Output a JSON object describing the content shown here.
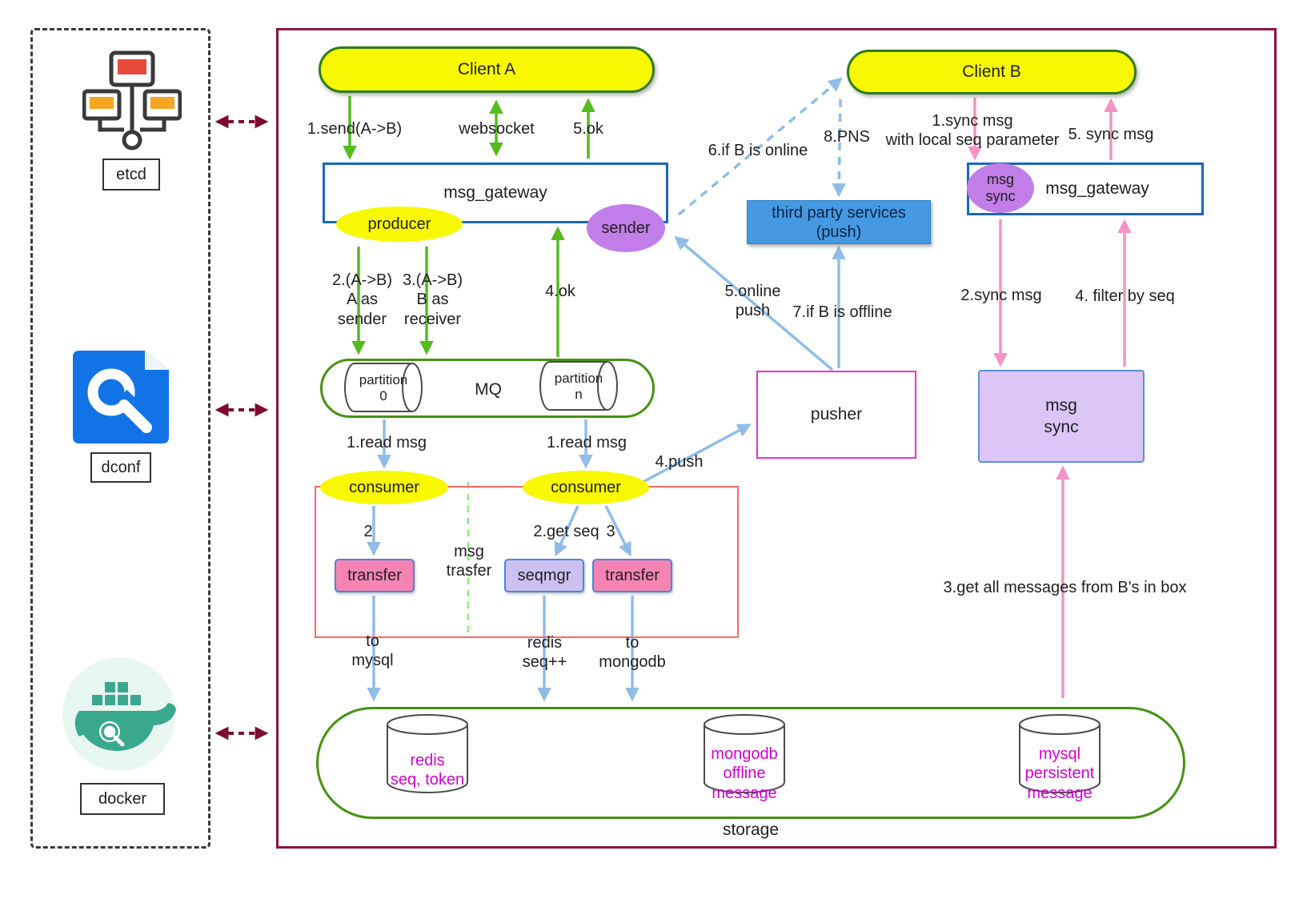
{
  "sidebar": {
    "etcd_label": "etcd",
    "dconf_label": "dconf",
    "docker_label": "docker"
  },
  "nodes": {
    "client_a": "Client A",
    "client_b": "Client B",
    "gateway_left": "msg_gateway",
    "producer": "producer",
    "sender": "sender",
    "mq": "MQ",
    "partition_0": "partition\n0",
    "partition_n": "partition\nn",
    "consumer_left": "consumer",
    "consumer_right": "consumer",
    "transfer_left": "transfer",
    "seqmgr": "seqmgr",
    "transfer_right": "transfer",
    "pusher": "pusher",
    "third_party": "third party services\n(push)",
    "gateway_right": "msg_gateway",
    "msg_sync_ellipse": "msg\nsync",
    "msg_sync_box": "msg\nsync",
    "storage": "storage",
    "redis_db": "redis\nseq, token",
    "mongodb_db": "mongodb\noffline\nmessage",
    "mysql_db": "mysql\npersistent\nmessage"
  },
  "edge_labels": {
    "send_ab": "1.send(A->B)",
    "websocket": "websocket",
    "ok_5": "5.ok",
    "a_as_sender": "2.(A->B)\nA as\nsender",
    "b_as_receiver": "3.(A->B)\nB as\nreceiver",
    "ok_4": "4.ok",
    "read_msg_left": "1.read msg",
    "read_msg_right": "1.read msg",
    "step_2": "2",
    "get_seq": "2.get seq",
    "step_3": "3",
    "msg_trasfer": "msg\ntrasfer",
    "to_mysql": "to\nmysql",
    "redis_seq_inc": "redis\nseq++",
    "to_mongodb": "to\nmongodb",
    "push_4": "4.push",
    "if_b_online": "6.if B is online",
    "pns": "8.PNS",
    "online_push": "5.online\npush",
    "if_b_offline": "7.if B is offline",
    "sync_msg_1": "1.sync msg\nwith local seq parameter",
    "sync_msg_5": "5. sync msg",
    "sync_msg_2": "2.sync msg",
    "filter_by_seq": "4. filter by seq",
    "get_all_messages": "3.get all messages from B's in box"
  },
  "colors": {
    "node_yellow": "#f8f800",
    "arrow_green": "#55bb1e",
    "arrow_blue": "#8fbde8",
    "arrow_pink": "#f693c5",
    "arrow_maroon": "#7d0b31",
    "ellipse_purple": "#c27ee8",
    "db_text_magenta": "#d400d4",
    "pusher_border": "#f02fd2",
    "third_party_fill": "#4599e3",
    "main_frame": "#8e1240",
    "group_red": "#fd6864"
  }
}
